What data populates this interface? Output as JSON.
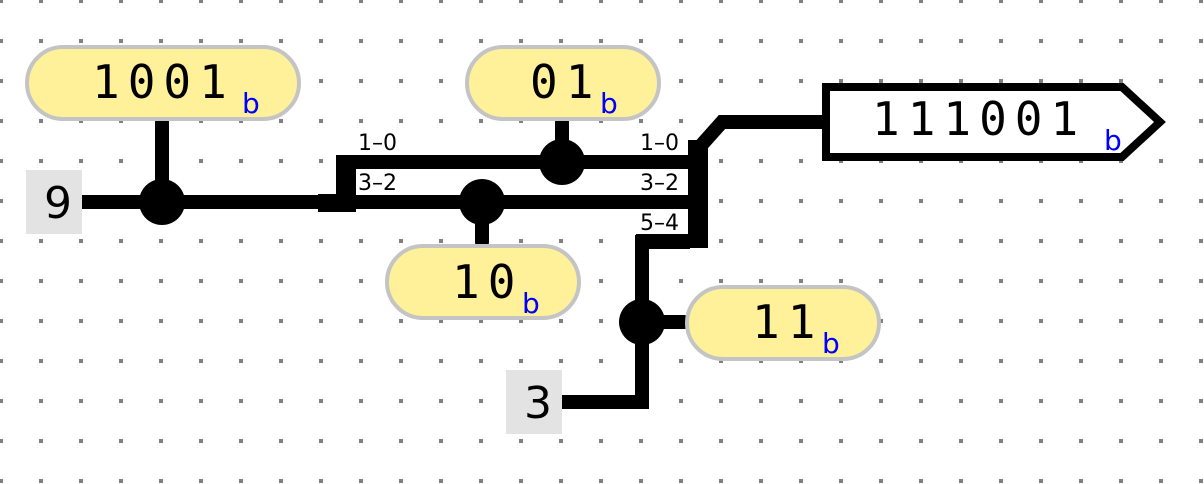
{
  "colors": {
    "wire": "#000000",
    "constant_fill": "#fff09a",
    "constant_stroke": "#c4c4c4",
    "base_suffix": "#0000ff",
    "decimal_box": "#e3e3e3",
    "grid_dot": "#808080",
    "output_fill": "#ffffff"
  },
  "inputs": [
    {
      "id": "input-9",
      "value": "9"
    },
    {
      "id": "input-3",
      "value": "3"
    }
  ],
  "constants": [
    {
      "id": "const-1001",
      "digits": "1001",
      "suffix": "b"
    },
    {
      "id": "const-01",
      "digits": "01",
      "suffix": "b"
    },
    {
      "id": "const-10",
      "digits": "10",
      "suffix": "b"
    },
    {
      "id": "const-11",
      "digits": "11",
      "suffix": "b"
    }
  ],
  "splitter": {
    "labels": [
      "1–0",
      "3–2"
    ]
  },
  "merger": {
    "labels": [
      "1–0",
      "3–2",
      "5–4"
    ]
  },
  "output": {
    "digits": "111001",
    "suffix": "b"
  }
}
